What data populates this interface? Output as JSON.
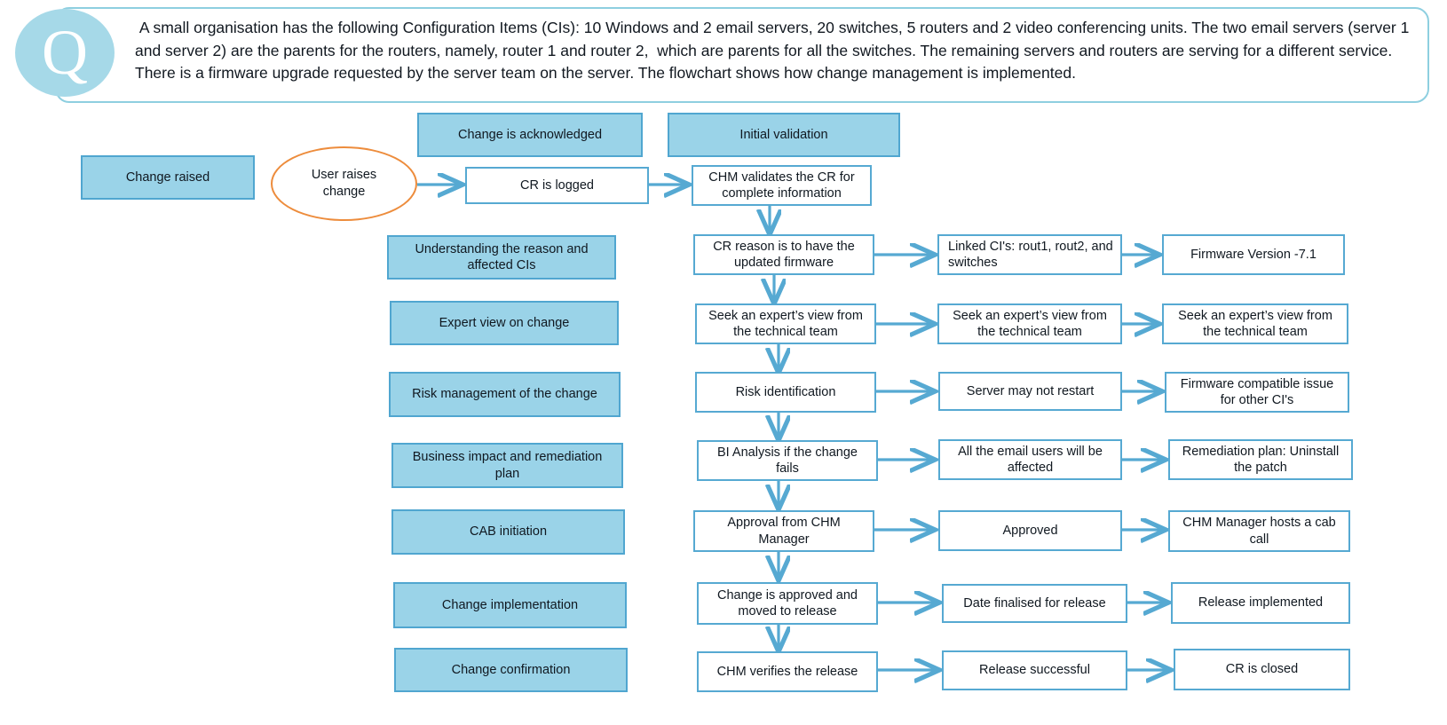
{
  "question": {
    "marker": "Q",
    "text": " A small organisation has the following Configuration Items (CIs): 10 Windows and 2 email servers, 20 switches, 5 routers and 2 video conferencing units. The two email servers (server 1 and server 2) are the parents for the routers, namely, router 1 and router 2,  which are parents for all the switches. The remaining servers and routers are serving for a different service. There is a firmware upgrade requested by the server team on the server. The flowchart shows how change management is implemented."
  },
  "colors": {
    "fill_blue": "#9ad3e8",
    "border_blue": "#56a9d2",
    "ellipse_orange": "#ed8c3c",
    "banner_border": "#8ecfe0",
    "text_dark": "#101820",
    "white": "#ffffff"
  },
  "flowchart": {
    "start": {
      "change_raised": "Change raised",
      "user_raises_change": "User raises\nchange"
    },
    "stage_labels": [
      "Change is acknowledged",
      "Initial validation",
      "Understanding the reason and affected CIs",
      "Expert view on change",
      "Risk management of the change",
      "Business impact and remediation plan",
      "CAB initiation",
      "Change implementation",
      "Change confirmation"
    ],
    "top_row": [
      "CR is logged",
      "CHM validates the CR for complete information"
    ],
    "rows": [
      {
        "label": "Understanding the reason and affected CIs",
        "main": "CR reason is to have the updated firmware",
        "second": "Linked CI's: rout1, rout2, and switches",
        "third": "Firmware Version -7.1"
      },
      {
        "label": "Expert view on change",
        "main": "Seek an expert’s view from the technical team",
        "second": "Seek an expert’s view from the technical team",
        "third": "Seek an expert’s view from the technical team"
      },
      {
        "label": "Risk management of the change",
        "main": "Risk identification",
        "second": "Server may not restart",
        "third": "Firmware compatible issue for other CI's"
      },
      {
        "label": "Business impact and remediation plan",
        "main": "BI Analysis if the change fails",
        "second": "All the email users will be affected",
        "third": "Remediation plan: Uninstall the patch"
      },
      {
        "label": "CAB initiation",
        "main": "Approval from CHM Manager",
        "second": "Approved",
        "third": "CHM Manager hosts a cab call"
      },
      {
        "label": "Change implementation",
        "main": "Change is approved and moved to release",
        "second": "Date finalised for release",
        "third": "Release implemented"
      },
      {
        "label": "Change confirmation",
        "main": "CHM verifies the release",
        "second": "Release successful",
        "third": "CR is closed"
      }
    ]
  }
}
